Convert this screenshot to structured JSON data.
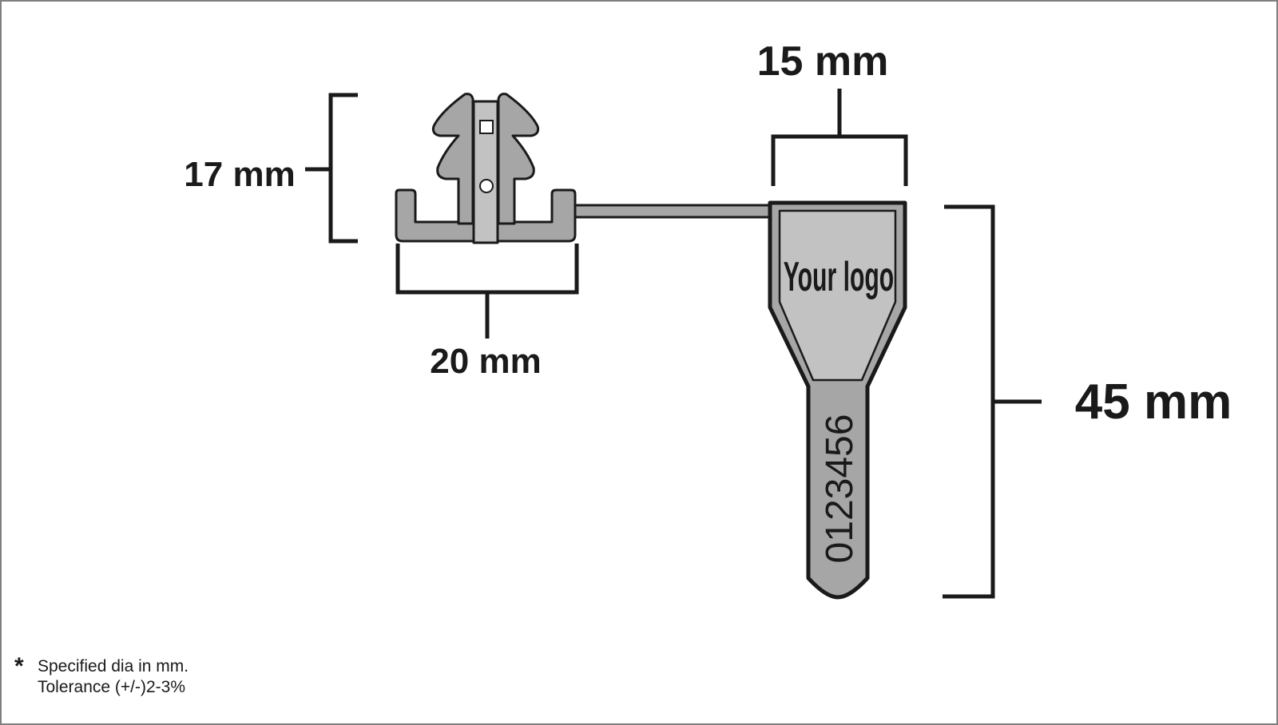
{
  "dimensions": {
    "top_width": "15 mm",
    "head_height": "17 mm",
    "base_width": "20 mm",
    "tag_height": "45 mm"
  },
  "tag": {
    "logo_text": "Your logo",
    "serial_number": "0123456"
  },
  "note": {
    "star": "*",
    "line1": "Specified dia in mm.",
    "line2": "Tolerance (+/-)2-3%"
  },
  "colors": {
    "part_fill": "#a6a6a6",
    "tag_inner_fill": "#c2c2c2",
    "outline": "#1a1a1a",
    "frame": "#7f7f7f"
  }
}
